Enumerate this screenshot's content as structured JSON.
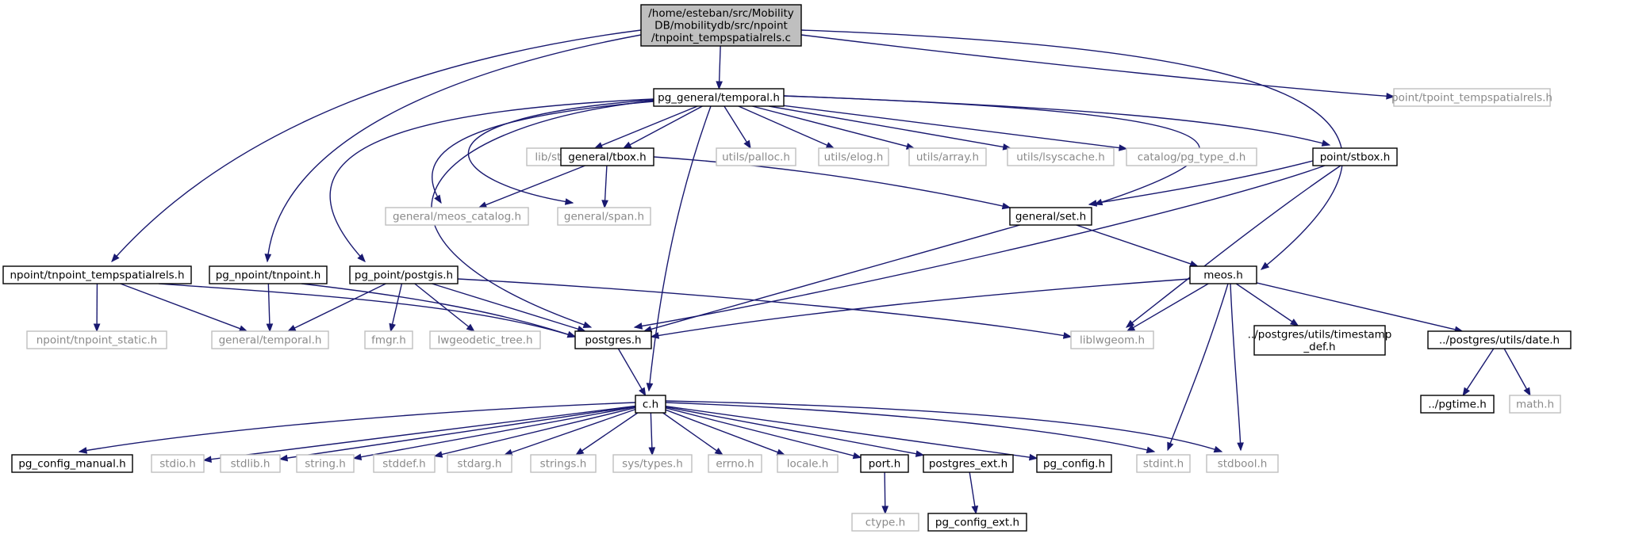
{
  "graph": {
    "nodes": [
      {
        "id": "root",
        "lines": [
          "/home/esteban/src/Mobility",
          "DB/mobilitydb/src/npoint",
          "/tnpoint_tempspatialrels.c"
        ],
        "kind": "root"
      },
      {
        "id": "pg_general_temporal",
        "lines": [
          "pg_general/temporal.h"
        ],
        "kind": "std"
      },
      {
        "id": "point_tpoint_tempspatialrels",
        "lines": [
          "point/tpoint_tempspatialrels.h"
        ],
        "kind": "ext"
      },
      {
        "id": "lib_stringinfo",
        "lines": [
          "lib/stringinfo.h"
        ],
        "kind": "ext"
      },
      {
        "id": "general_tbox",
        "lines": [
          "general/tbox.h"
        ],
        "kind": "std"
      },
      {
        "id": "utils_palloc",
        "lines": [
          "utils/palloc.h"
        ],
        "kind": "ext"
      },
      {
        "id": "utils_elog",
        "lines": [
          "utils/elog.h"
        ],
        "kind": "ext"
      },
      {
        "id": "utils_array",
        "lines": [
          "utils/array.h"
        ],
        "kind": "ext"
      },
      {
        "id": "utils_lsyscache",
        "lines": [
          "utils/lsyscache.h"
        ],
        "kind": "ext"
      },
      {
        "id": "catalog_pg_type_d",
        "lines": [
          "catalog/pg_type_d.h"
        ],
        "kind": "ext"
      },
      {
        "id": "point_stbox",
        "lines": [
          "point/stbox.h"
        ],
        "kind": "std"
      },
      {
        "id": "general_meos_catalog",
        "lines": [
          "general/meos_catalog.h"
        ],
        "kind": "ext"
      },
      {
        "id": "general_span",
        "lines": [
          "general/span.h"
        ],
        "kind": "ext"
      },
      {
        "id": "general_set",
        "lines": [
          "general/set.h"
        ],
        "kind": "std"
      },
      {
        "id": "npoint_tnpoint_tempspatialrels",
        "lines": [
          "npoint/tnpoint_tempspatialrels.h"
        ],
        "kind": "std"
      },
      {
        "id": "pg_npoint_tnpoint",
        "lines": [
          "pg_npoint/tnpoint.h"
        ],
        "kind": "std"
      },
      {
        "id": "pg_point_postgis",
        "lines": [
          "pg_point/postgis.h"
        ],
        "kind": "std"
      },
      {
        "id": "meos",
        "lines": [
          "meos.h"
        ],
        "kind": "std"
      },
      {
        "id": "npoint_tnpoint_static",
        "lines": [
          "npoint/tnpoint_static.h"
        ],
        "kind": "ext"
      },
      {
        "id": "general_temporal",
        "lines": [
          "general/temporal.h"
        ],
        "kind": "ext"
      },
      {
        "id": "fmgr",
        "lines": [
          "fmgr.h"
        ],
        "kind": "ext"
      },
      {
        "id": "lwgeodetic_tree",
        "lines": [
          "lwgeodetic_tree.h"
        ],
        "kind": "ext"
      },
      {
        "id": "postgres",
        "lines": [
          "postgres.h"
        ],
        "kind": "std"
      },
      {
        "id": "liblwgeom",
        "lines": [
          "liblwgeom.h"
        ],
        "kind": "ext"
      },
      {
        "id": "timestamp_def",
        "lines": [
          "../postgres/utils/timestamp",
          "_def.h"
        ],
        "kind": "std"
      },
      {
        "id": "utils_date",
        "lines": [
          "../postgres/utils/date.h"
        ],
        "kind": "std"
      },
      {
        "id": "c",
        "lines": [
          "c.h"
        ],
        "kind": "std"
      },
      {
        "id": "pgtime",
        "lines": [
          "../pgtime.h"
        ],
        "kind": "std"
      },
      {
        "id": "math",
        "lines": [
          "math.h"
        ],
        "kind": "ext"
      },
      {
        "id": "pg_config_manual",
        "lines": [
          "pg_config_manual.h"
        ],
        "kind": "std"
      },
      {
        "id": "stdio",
        "lines": [
          "stdio.h"
        ],
        "kind": "ext"
      },
      {
        "id": "stdlib",
        "lines": [
          "stdlib.h"
        ],
        "kind": "ext"
      },
      {
        "id": "string",
        "lines": [
          "string.h"
        ],
        "kind": "ext"
      },
      {
        "id": "stddef",
        "lines": [
          "stddef.h"
        ],
        "kind": "ext"
      },
      {
        "id": "stdarg",
        "lines": [
          "stdarg.h"
        ],
        "kind": "ext"
      },
      {
        "id": "strings",
        "lines": [
          "strings.h"
        ],
        "kind": "ext"
      },
      {
        "id": "sys_types",
        "lines": [
          "sys/types.h"
        ],
        "kind": "ext"
      },
      {
        "id": "errno",
        "lines": [
          "errno.h"
        ],
        "kind": "ext"
      },
      {
        "id": "locale",
        "lines": [
          "locale.h"
        ],
        "kind": "ext"
      },
      {
        "id": "port",
        "lines": [
          "port.h"
        ],
        "kind": "std"
      },
      {
        "id": "postgres_ext",
        "lines": [
          "postgres_ext.h"
        ],
        "kind": "std"
      },
      {
        "id": "pg_config",
        "lines": [
          "pg_config.h"
        ],
        "kind": "std"
      },
      {
        "id": "stdint",
        "lines": [
          "stdint.h"
        ],
        "kind": "ext"
      },
      {
        "id": "stdbool",
        "lines": [
          "stdbool.h"
        ],
        "kind": "ext"
      },
      {
        "id": "ctype",
        "lines": [
          "ctype.h"
        ],
        "kind": "ext"
      },
      {
        "id": "pg_config_ext",
        "lines": [
          "pg_config_ext.h"
        ],
        "kind": "std"
      }
    ],
    "edges": [
      [
        "root",
        "pg_general_temporal"
      ],
      [
        "root",
        "point_tpoint_tempspatialrels"
      ],
      [
        "root",
        "npoint_tnpoint_tempspatialrels"
      ],
      [
        "root",
        "pg_npoint_tnpoint"
      ],
      [
        "root",
        "meos"
      ],
      [
        "pg_general_temporal",
        "lib_stringinfo"
      ],
      [
        "pg_general_temporal",
        "general_tbox"
      ],
      [
        "pg_general_temporal",
        "utils_palloc"
      ],
      [
        "pg_general_temporal",
        "utils_elog"
      ],
      [
        "pg_general_temporal",
        "utils_array"
      ],
      [
        "pg_general_temporal",
        "utils_lsyscache"
      ],
      [
        "pg_general_temporal",
        "catalog_pg_type_d"
      ],
      [
        "pg_general_temporal",
        "point_stbox"
      ],
      [
        "pg_general_temporal",
        "general_meos_catalog"
      ],
      [
        "pg_general_temporal",
        "general_span"
      ],
      [
        "pg_general_temporal",
        "general_set"
      ],
      [
        "pg_general_temporal",
        "pg_point_postgis"
      ],
      [
        "pg_general_temporal",
        "postgres"
      ],
      [
        "pg_general_temporal",
        "c"
      ],
      [
        "general_tbox",
        "general_meos_catalog"
      ],
      [
        "general_tbox",
        "general_span"
      ],
      [
        "general_tbox",
        "general_set"
      ],
      [
        "point_stbox",
        "general_set"
      ],
      [
        "point_stbox",
        "postgres"
      ],
      [
        "point_stbox",
        "liblwgeom"
      ],
      [
        "general_set",
        "postgres"
      ],
      [
        "general_set",
        "meos"
      ],
      [
        "npoint_tnpoint_tempspatialrels",
        "npoint_tnpoint_static"
      ],
      [
        "npoint_tnpoint_tempspatialrels",
        "general_temporal"
      ],
      [
        "npoint_tnpoint_tempspatialrels",
        "postgres"
      ],
      [
        "pg_npoint_tnpoint",
        "general_temporal"
      ],
      [
        "pg_npoint_tnpoint",
        "postgres"
      ],
      [
        "pg_point_postgis",
        "general_temporal"
      ],
      [
        "pg_point_postgis",
        "fmgr"
      ],
      [
        "pg_point_postgis",
        "lwgeodetic_tree"
      ],
      [
        "pg_point_postgis",
        "postgres"
      ],
      [
        "pg_point_postgis",
        "liblwgeom"
      ],
      [
        "meos",
        "postgres"
      ],
      [
        "meos",
        "liblwgeom"
      ],
      [
        "meos",
        "timestamp_def"
      ],
      [
        "meos",
        "utils_date"
      ],
      [
        "meos",
        "stdint"
      ],
      [
        "meos",
        "stdbool"
      ],
      [
        "utils_date",
        "pgtime"
      ],
      [
        "utils_date",
        "math"
      ],
      [
        "postgres",
        "c"
      ],
      [
        "c",
        "pg_config_manual"
      ],
      [
        "c",
        "stdio"
      ],
      [
        "c",
        "stdlib"
      ],
      [
        "c",
        "string"
      ],
      [
        "c",
        "stddef"
      ],
      [
        "c",
        "stdarg"
      ],
      [
        "c",
        "strings"
      ],
      [
        "c",
        "sys_types"
      ],
      [
        "c",
        "errno"
      ],
      [
        "c",
        "locale"
      ],
      [
        "c",
        "port"
      ],
      [
        "c",
        "postgres_ext"
      ],
      [
        "c",
        "pg_config"
      ],
      [
        "c",
        "stdint"
      ],
      [
        "c",
        "stdbool"
      ],
      [
        "port",
        "ctype"
      ],
      [
        "postgres_ext",
        "pg_config_ext"
      ]
    ]
  }
}
